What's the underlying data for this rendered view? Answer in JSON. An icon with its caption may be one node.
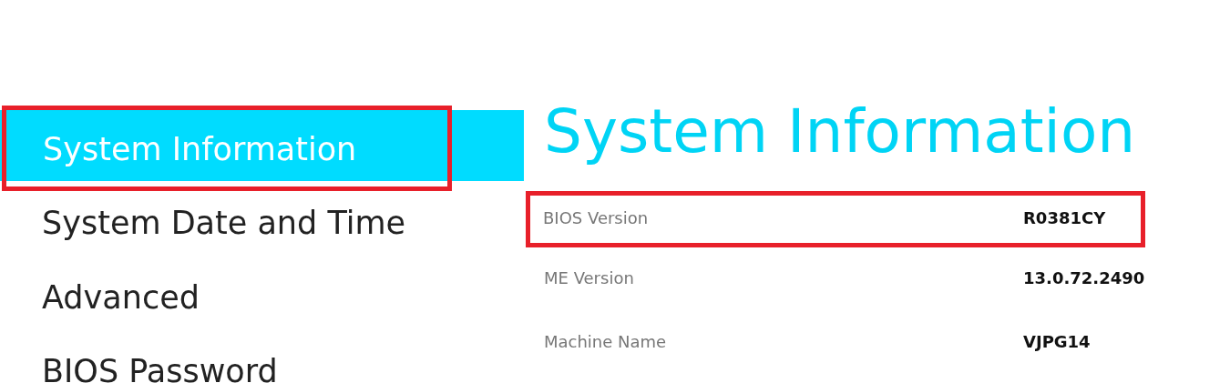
{
  "diagram": {
    "nodes": [
      {
        "text": [
          "System Information"
        ]
      },
      {
        "text": [
          "BIOS Version",
          "R0381CY"
        ]
      }
    ],
    "labels": [
      "System Information",
      "System Date and Time",
      "ME Version",
      "13.0.72.2490",
      "Advanced",
      "Machine Name",
      "VJPG14",
      "BIOS Password"
    ]
  }
}
